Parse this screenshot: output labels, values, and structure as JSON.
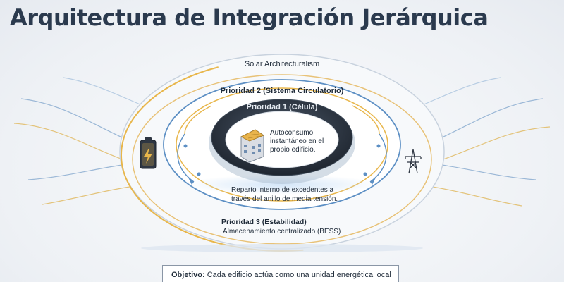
{
  "title": "Arquitectura de Integración Jerárquica",
  "outer_ring_label": "Solar Architecturalism",
  "priority_2_label": "Prioridad 2 (Sistema Circulatorio)",
  "priority_1_label": "Prioridad 1 (Célula)",
  "core_text": [
    "Autoconsumo",
    "instantáneo en el",
    "propio edificio."
  ],
  "reparto_text": [
    "Reparto interno de excedentes a",
    "través del anillo de media tensión."
  ],
  "priority_3_label": "Prioridad 3 (Estabilidad)",
  "priority_3_text": "Almacenamiento centralizado (BESS)",
  "objective_label": "Objetivo:",
  "objective_text": "Cada edificio actúa como una unidad energética local",
  "icons": [
    "building-icon",
    "battery-icon",
    "power-tower-icon"
  ],
  "colors": {
    "gold": "#e8b64a",
    "blue": "#5c8fc4",
    "core_dark": "#2c3440",
    "text": "#1e2a38"
  }
}
